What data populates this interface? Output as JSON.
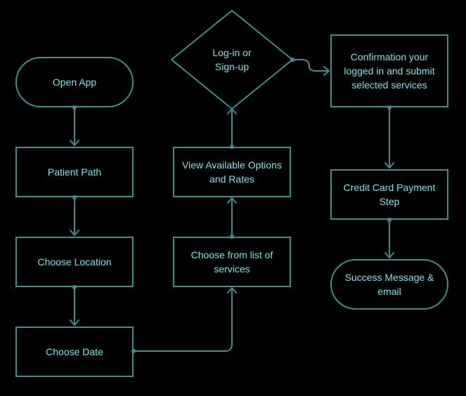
{
  "nodes": {
    "open_app": "Open App",
    "patient_path": "Patient Path",
    "choose_location": "Choose Location",
    "choose_date": "Choose Date",
    "choose_services": "Choose from list of\nservices",
    "view_options": "View Available Options\nand Rates",
    "login": "Log-in or\nSign-up",
    "confirmation": "Confirmation your\nlogged in and submit\nselected services",
    "payment": "Credit Card Payment\nStep",
    "success": "Success Message &\nemail"
  },
  "colors": {
    "background": "#000000",
    "stroke": "#3f8d8d",
    "text": "#7fe3e6"
  }
}
